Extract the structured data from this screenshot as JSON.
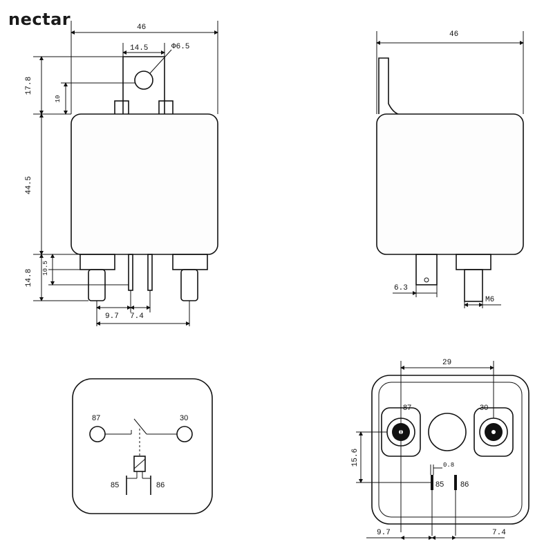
{
  "brand": "nectar",
  "front_view": {
    "width": "46",
    "tab_width": "14.5",
    "hole_dia": "Φ6.5",
    "tab_height": "17.8",
    "hole_offset": "10",
    "body_height": "44.5",
    "pin_length": "14.8",
    "pin_short": "10.5",
    "pitch_a": "9.7",
    "pitch_b": "7.4"
  },
  "side_view": {
    "width": "46",
    "tab_thickness": "6.3",
    "thread": "M6"
  },
  "schematic": {
    "pin_87": "87",
    "pin_30": "30",
    "pin_85": "85",
    "pin_86": "86"
  },
  "bottom_view": {
    "spacing": "29",
    "pin_87": "87",
    "pin_30": "30",
    "pin_85": "85",
    "pin_86": "86",
    "height": "15.6",
    "blade": "0.8",
    "offset_a": "9.7",
    "offset_b": "7.4"
  }
}
